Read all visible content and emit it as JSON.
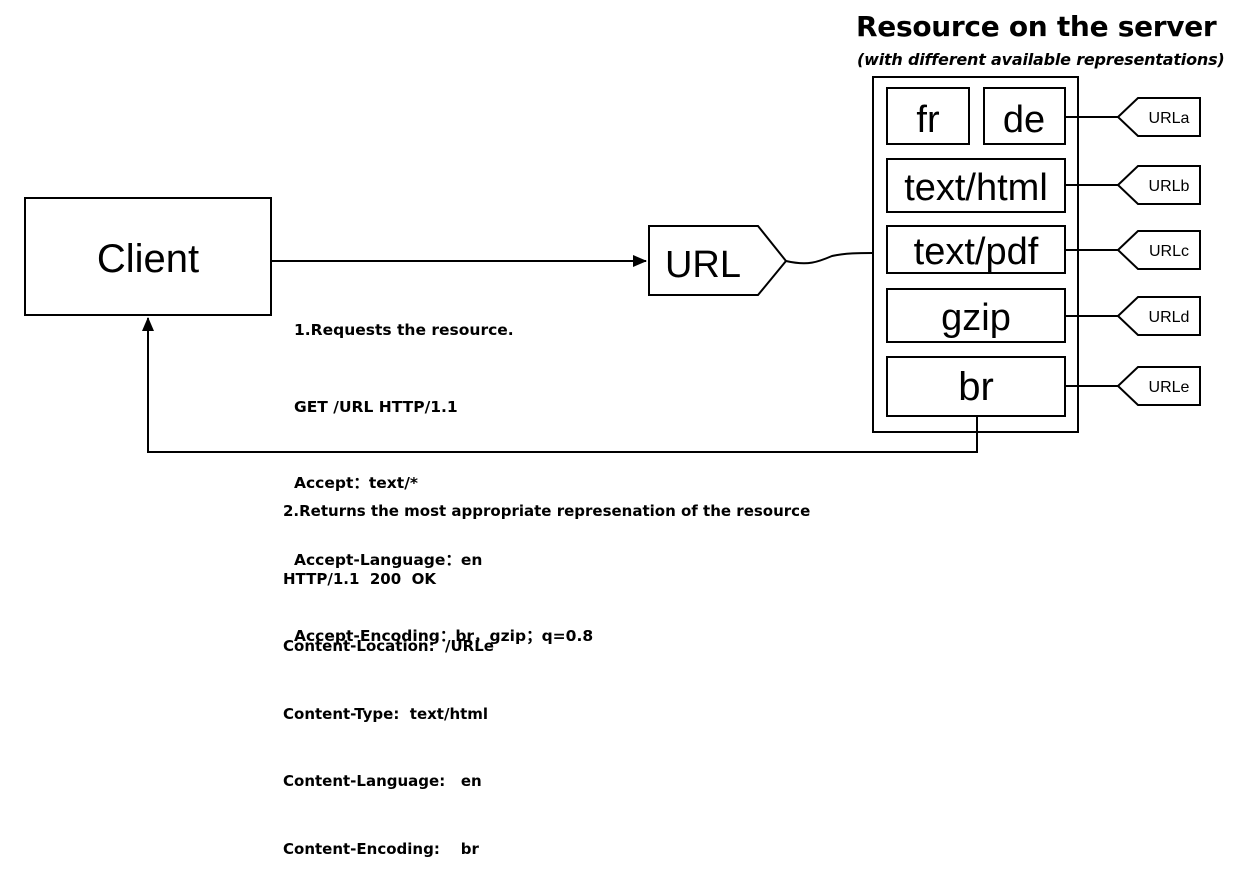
{
  "title": "Resource on the server",
  "subtitle": "(with different available representations)",
  "client_label": "Client",
  "url_label": "URL",
  "representations": [
    "fr",
    "de",
    "text/html",
    "text/pdf",
    "gzip",
    "br"
  ],
  "url_tags": [
    "URLa",
    "URLb",
    "URLc",
    "URLd",
    "URLe"
  ],
  "request": {
    "lines": [
      "1.Requests the resource.",
      "GET /URL HTTP/1.1",
      "Accept：text/*",
      "Accept-Language：en",
      "Accept-Encoding：br，gzip；q=0.8"
    ]
  },
  "response": {
    "lines": [
      "2.Returns the most appropriate represenation of the resource",
      "HTTP/1.1  200  OK",
      "Content-Location:  /URLe",
      "Content-Type:  text/html",
      "Content-Language:   en",
      "Content-Encoding:    br"
    ]
  }
}
